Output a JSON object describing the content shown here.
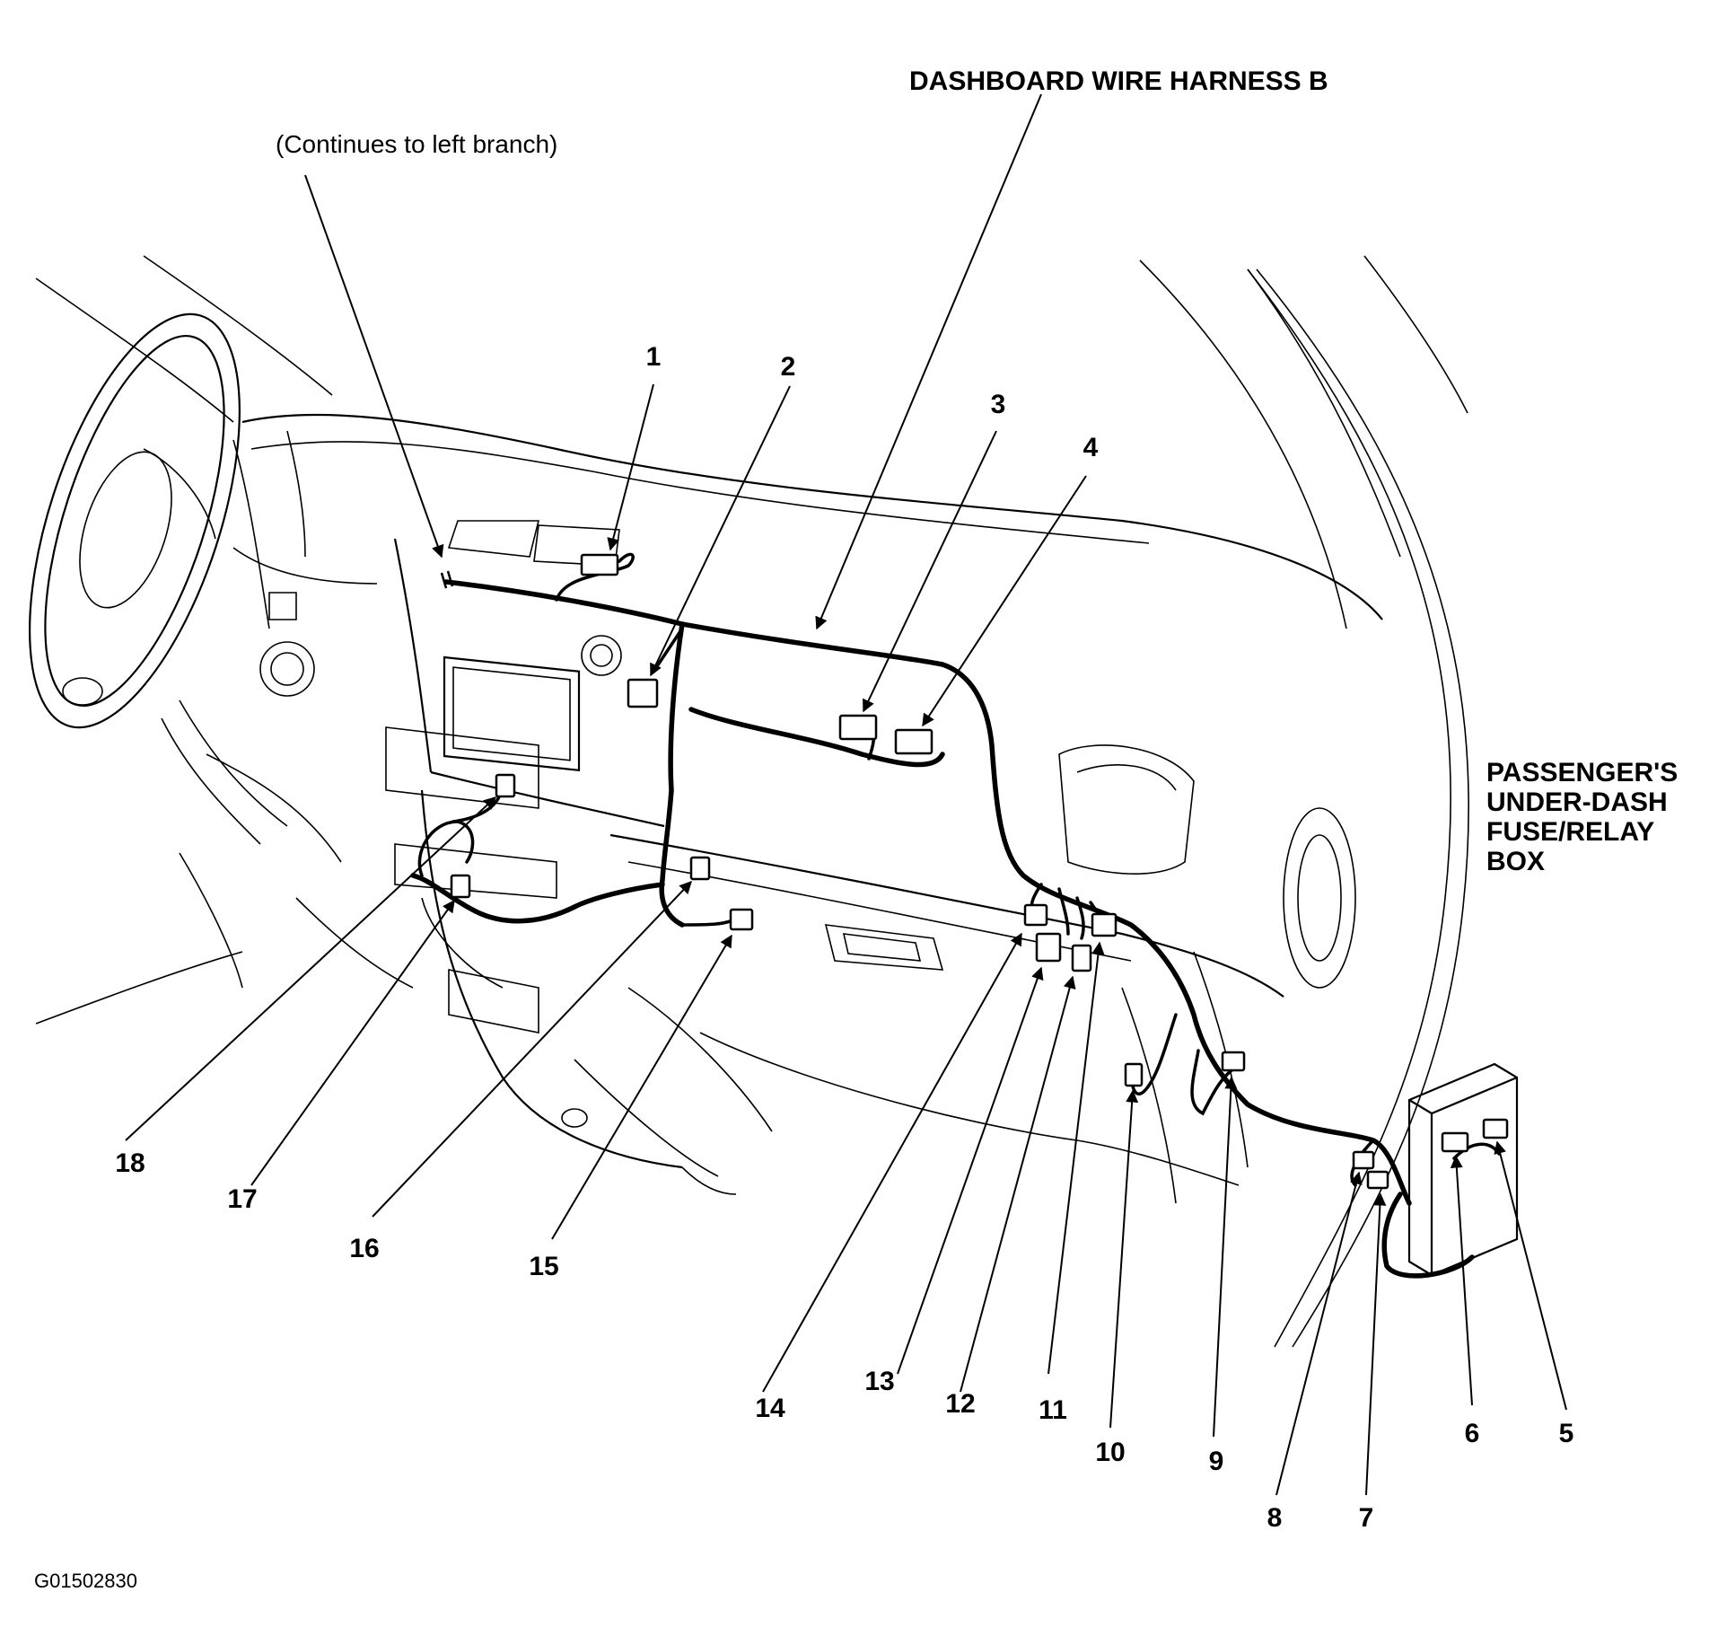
{
  "title": "DASHBOARD WIRE HARNESS B",
  "note": "(Continues to left branch)",
  "fuse_box_label": [
    "PASSENGER'S",
    "UNDER-DASH",
    "FUSE/RELAY",
    "BOX"
  ],
  "figure_code": "G01502830",
  "callouts": [
    "1",
    "2",
    "3",
    "4",
    "5",
    "6",
    "7",
    "8",
    "9",
    "10",
    "11",
    "12",
    "13",
    "14",
    "15",
    "16",
    "17",
    "18"
  ]
}
